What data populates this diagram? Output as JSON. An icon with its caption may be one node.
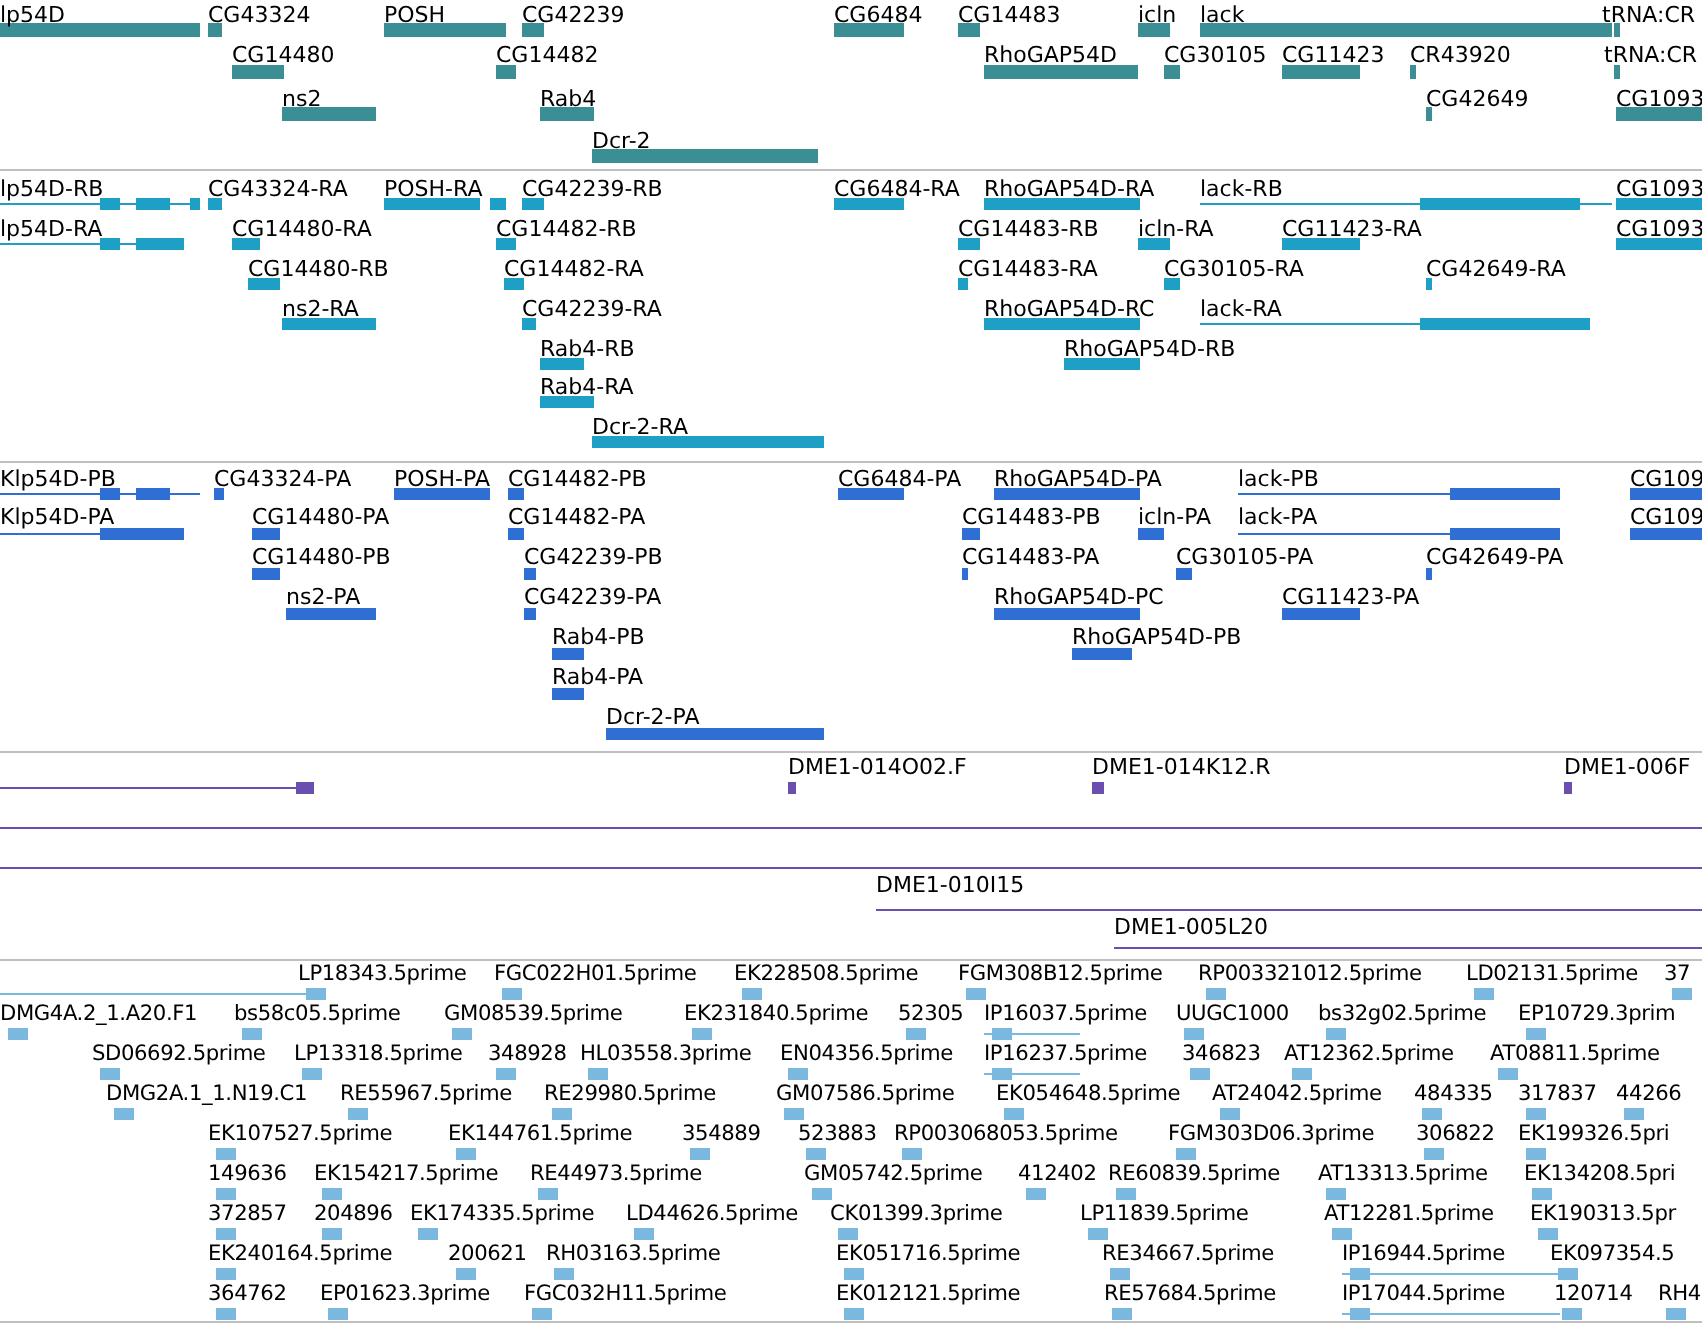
{
  "diagram": {
    "labels": [
      "lp54D",
      "CG43324",
      "POSH",
      "CG42239",
      "CG6484",
      "CG14483",
      "icln",
      "lack",
      "tRNA:CR",
      "CG14480",
      "CG14482",
      "RhoGAP54D",
      "CG30105",
      "CG11423",
      "CR43920",
      "tRNA:CR",
      "ns2",
      "Rab4",
      "CG42649",
      "CG1093",
      "Dcr-2",
      "lp54D-RB",
      "CG43324-RA",
      "POSH-RA",
      "CG42239-RB",
      "CG6484-RA",
      "RhoGAP54D-RA",
      "lack-RB",
      "CG1093",
      "lp54D-RA",
      "CG14480-RA",
      "CG14482-RB",
      "CG14483-RB",
      "icln-RA",
      "CG11423-RA",
      "CG1093",
      "CG14480-RB",
      "CG14482-RA",
      "CG14483-RA",
      "CG30105-RA",
      "CG42649-RA",
      "ns2-RA",
      "CG42239-RA",
      "RhoGAP54D-RC",
      "lack-RA",
      "Rab4-RB",
      "RhoGAP54D-RB",
      "Rab4-RA",
      "Dcr-2-RA",
      "Klp54D-PB",
      "CG43324-PA",
      "POSH-PA",
      "CG14482-PB",
      "CG6484-PA",
      "RhoGAP54D-PA",
      "lack-PB",
      "CG109",
      "Klp54D-PA",
      "CG14480-PA",
      "CG14482-PA",
      "CG14483-PB",
      "icln-PA",
      "lack-PA",
      "CG109",
      "CG14480-PB",
      "CG42239-PB",
      "CG14483-PA",
      "CG30105-PA",
      "CG42649-PA",
      "ns2-PA",
      "CG42239-PA",
      "RhoGAP54D-PC",
      "CG11423-PA",
      "Rab4-PB",
      "RhoGAP54D-PB",
      "Rab4-PA",
      "Dcr-2-PA",
      "DME1-014O02.F",
      "DME1-014K12.R",
      "DME1-006F",
      "DME1-010I15",
      "DME1-005L20",
      "LP18343.5prime",
      "FGC022H01.5prime",
      "EK228508.5prime",
      "FGM308B12.5prime",
      "RP003321012.5prime",
      "LD02131.5prime",
      "37",
      "DMG4A.2_1.A20.F1",
      "bs58c05.5prime",
      "GM08539.5prime",
      "EK231840.5prime",
      "52305",
      "IP16037.5prime",
      "UUGC1000",
      "bs32g02.5prime",
      "EP10729.3prim",
      "SD06692.5prime",
      "LP13318.5prime",
      "348928",
      "HL03558.3prime",
      "EN04356.5prime",
      "IP16237.5prime",
      "346823",
      "AT12362.5prime",
      "AT08811.5prime",
      "DMG2A.1_1.N19.C1",
      "RE55967.5prime",
      "RE29980.5prime",
      "GM07586.5prime",
      "EK054648.5prime",
      "AT24042.5prime",
      "484335",
      "317837",
      "44266",
      "EK107527.5prime",
      "EK144761.5prime",
      "354889",
      "523883",
      "RP003068053.5prime",
      "FGM303D06.3prime",
      "306822",
      "EK199326.5pri",
      "149636",
      "EK154217.5prime",
      "RE44973.5prime",
      "GM05742.5prime",
      "412402",
      "RE60839.5prime",
      "AT13313.5prime",
      "EK134208.5pri",
      "372857",
      "204896",
      "EK174335.5prime",
      "LD44626.5prime",
      "CK01399.3prime",
      "LP11839.5prime",
      "AT12281.5prime",
      "EK190313.5pr",
      "EK240164.5prime",
      "200621",
      "RH03163.5prime",
      "EK051716.5prime",
      "RE34667.5prime",
      "IP16944.5prime",
      "EK097354.5",
      "364762",
      "EP01623.3prime",
      "FGC032H11.5prime",
      "EK012121.5prime",
      "RE57684.5prime",
      "IP17044.5prime",
      "120714",
      "RH4"
    ]
  }
}
